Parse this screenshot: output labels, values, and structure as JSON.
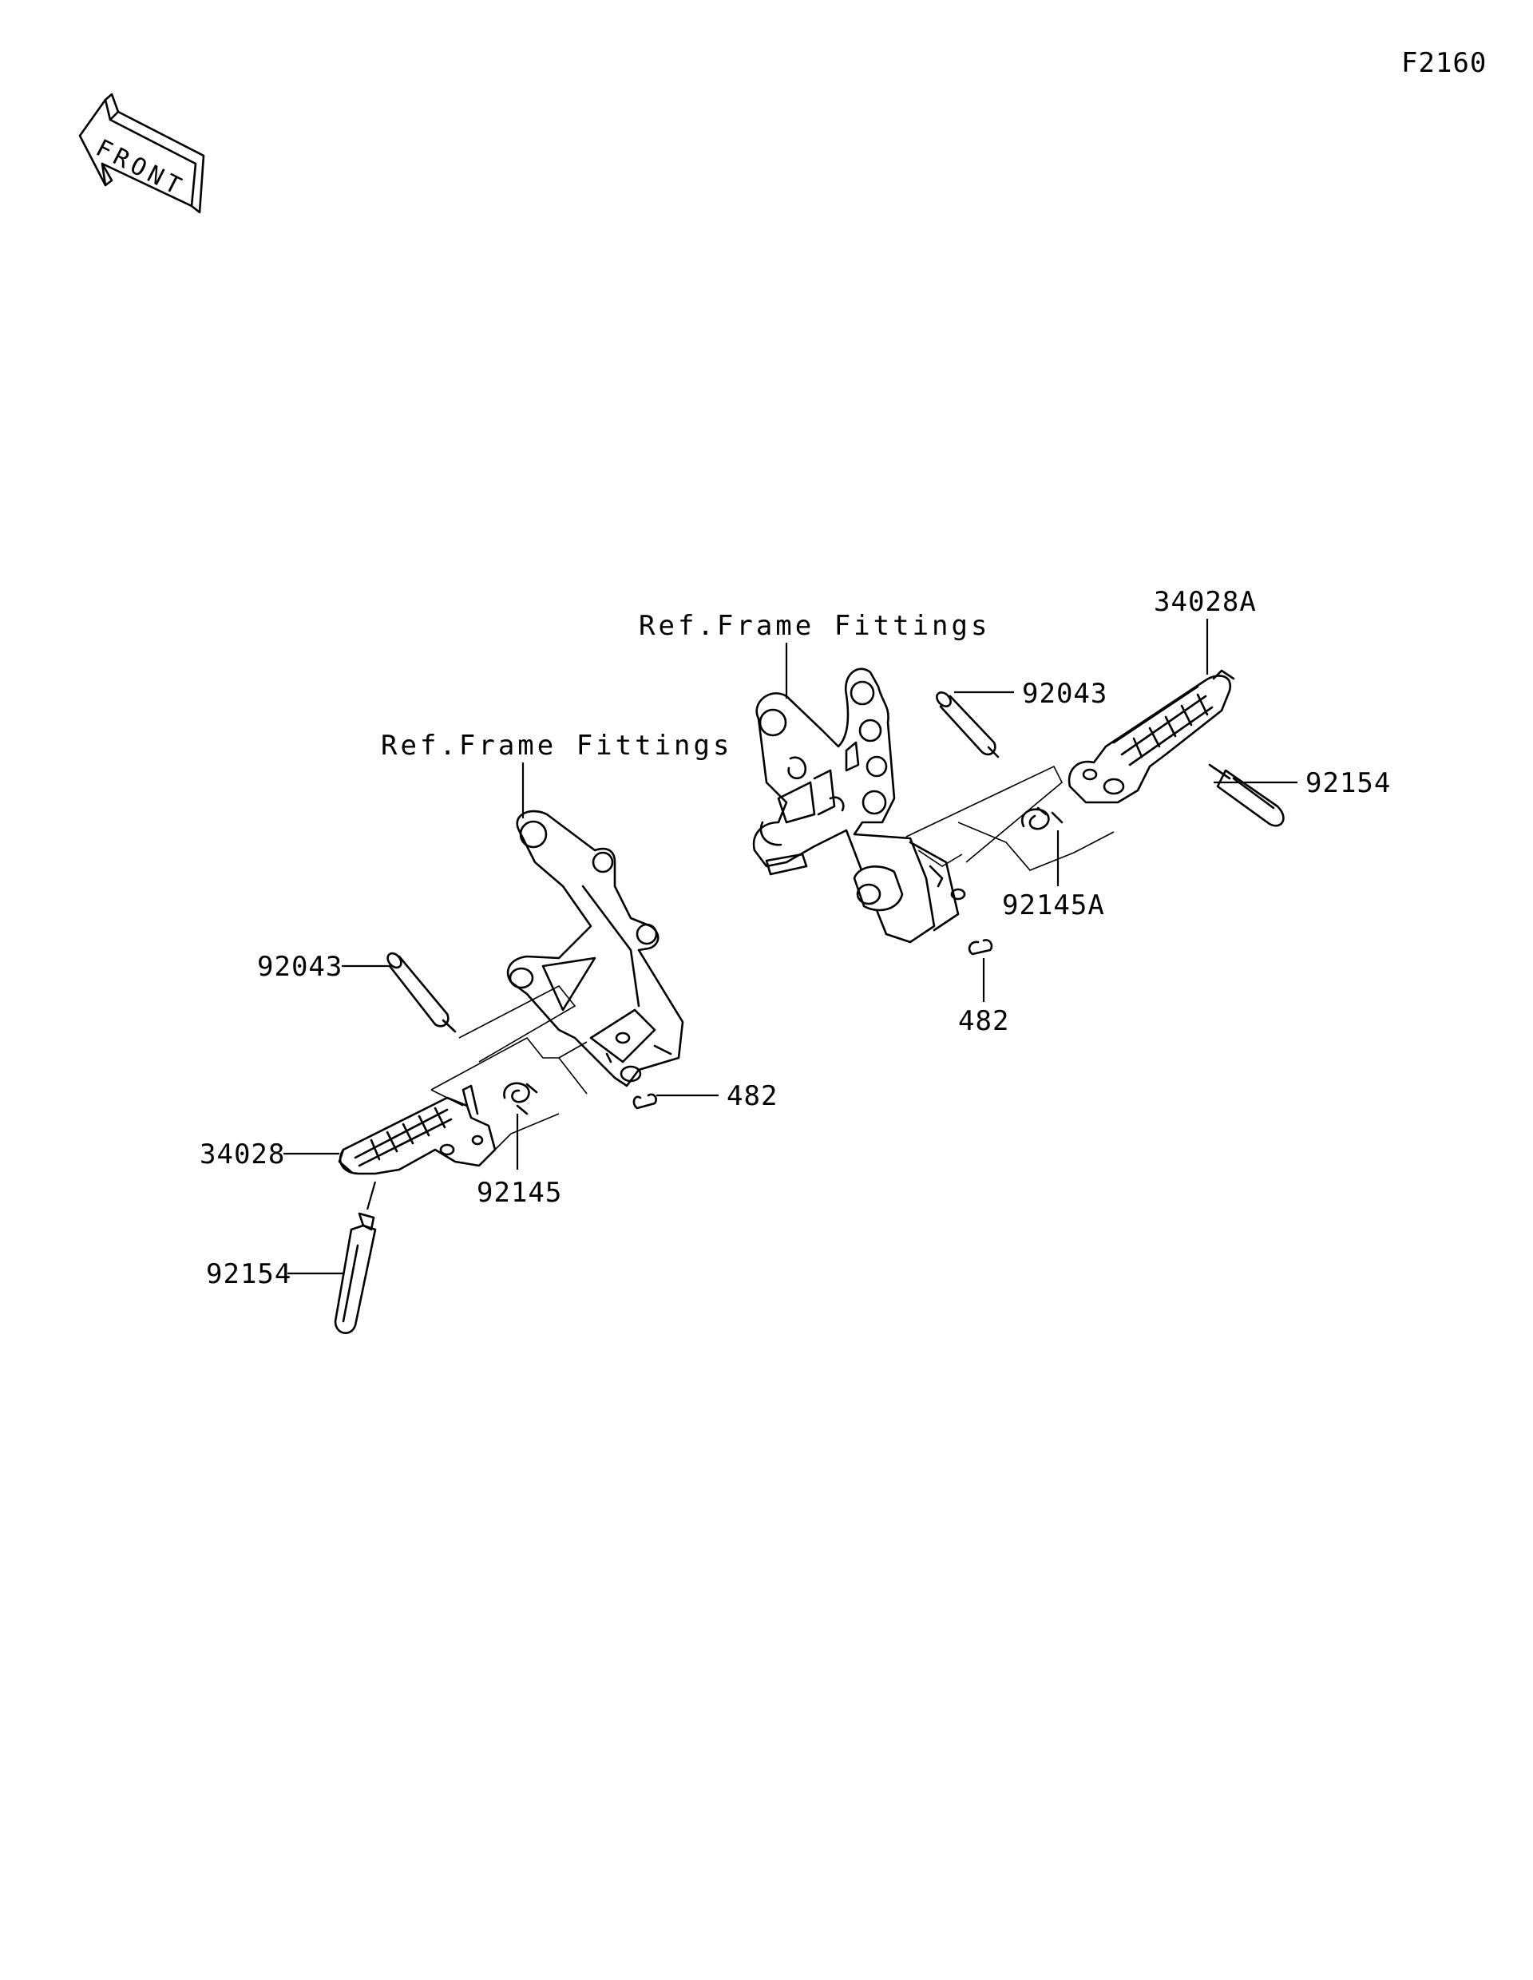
{
  "figure_code": "F2160",
  "front_arrow_text": "FRONT",
  "labels": {
    "ref_frame_right": "Ref.Frame Fittings",
    "ref_frame_left": "Ref.Frame Fittings",
    "p34028A": "34028A",
    "p92043_right": "92043",
    "p92154_right": "92154",
    "p92145A": "92145A",
    "p482_right": "482",
    "p92043_left": "92043",
    "p482_left": "482",
    "p34028": "34028",
    "p92145": "92145",
    "p92154_left": "92154"
  }
}
